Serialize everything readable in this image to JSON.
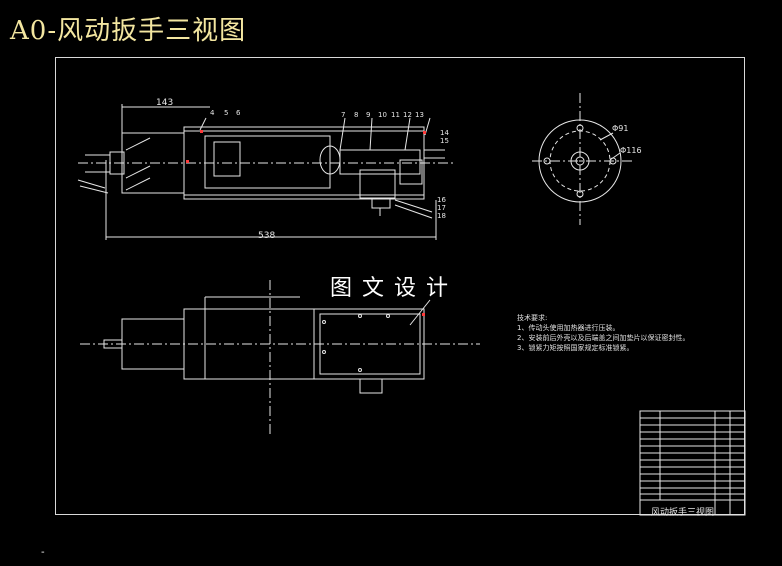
{
  "title": "A0-风动扳手三视图",
  "watermark": "图文设计",
  "dimensions": {
    "d143": "143",
    "d538": "538",
    "phi91": "Φ91",
    "phi116": "Φ116"
  },
  "part_numbers": [
    "4",
    "5",
    "6",
    "7",
    "8",
    "9",
    "10",
    "11",
    "12",
    "13",
    "14",
    "15",
    "16",
    "17",
    "18"
  ],
  "notes": {
    "heading": "技术要求:",
    "items": [
      "1、传动头使用加热器进行压装。",
      "2、安装前后外壳以及后端盖之间加垫片以保证密封性。",
      "3、锁紧力矩按照国家规定标准锁紧。"
    ]
  },
  "title_block": {
    "drawing_name": "风动扳手三视图"
  },
  "colors": {
    "background": "#000000",
    "title": "#f3e6a0",
    "lines": "#e6e6e6",
    "accent_red": "#ff3b3b"
  },
  "cursor": "-"
}
